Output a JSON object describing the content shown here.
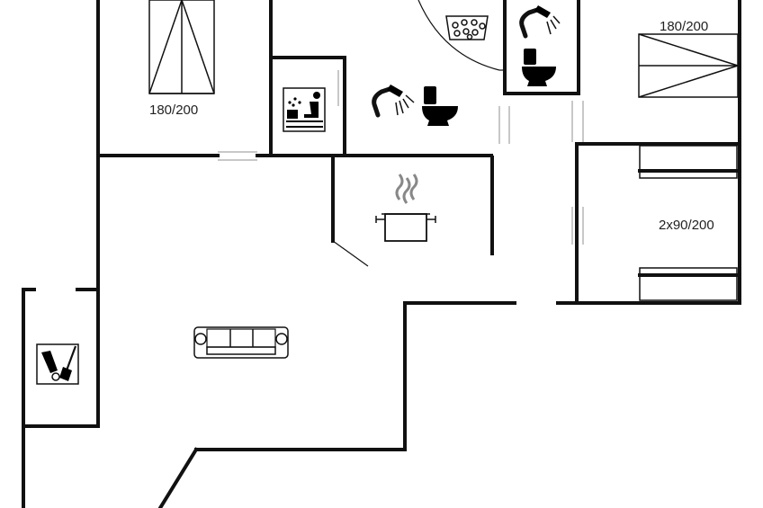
{
  "rooms": {
    "bedroom_left": {
      "bed_label": "180/200"
    },
    "bedroom_right": {
      "bed_label": "180/200"
    },
    "bedroom_bunk": {
      "bed_label": "2x90/200"
    }
  },
  "icons": [
    "sauna-icon",
    "shower-icon",
    "toilet-icon",
    "whirlpool-icon",
    "cooktop-icon",
    "sofa-icon",
    "cleaning-icon"
  ]
}
